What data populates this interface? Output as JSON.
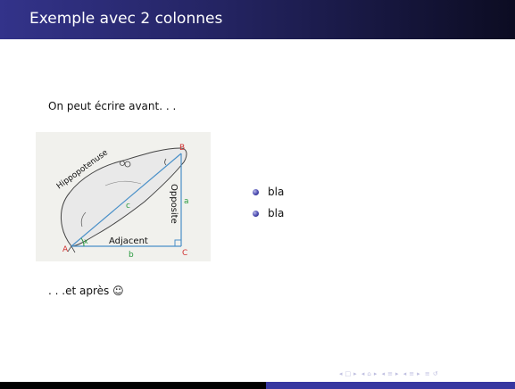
{
  "slide": {
    "title": "Exemple avec 2 colonnes",
    "text_before": "On peut écrire avant. . .",
    "text_after": ". . .et après ☺"
  },
  "figure": {
    "labels": {
      "hypotenuse": "Hippopotenuse",
      "opposite": "Opposite",
      "adjacent": "Adjacent",
      "A": "A",
      "B": "B",
      "C": "C",
      "a": "a",
      "b": "b",
      "c": "c",
      "x": "x"
    },
    "colors": {
      "triangle": "#4a90c8",
      "vertex": "#d03030",
      "side": "#2a9a40"
    }
  },
  "right_column": {
    "bullets": [
      "bla",
      "bla"
    ]
  },
  "navigation": {
    "icons": [
      "◂",
      "□",
      "▸",
      "◂",
      "⌂",
      "▸",
      "◂",
      "≡",
      "▸",
      "◂",
      "≡",
      "▸",
      "≡",
      "↺"
    ]
  },
  "colors": {
    "title_bar": "#232360",
    "footer_left": "#000000",
    "footer_right": "#3737a0",
    "bullet": "#4a4ab0"
  }
}
